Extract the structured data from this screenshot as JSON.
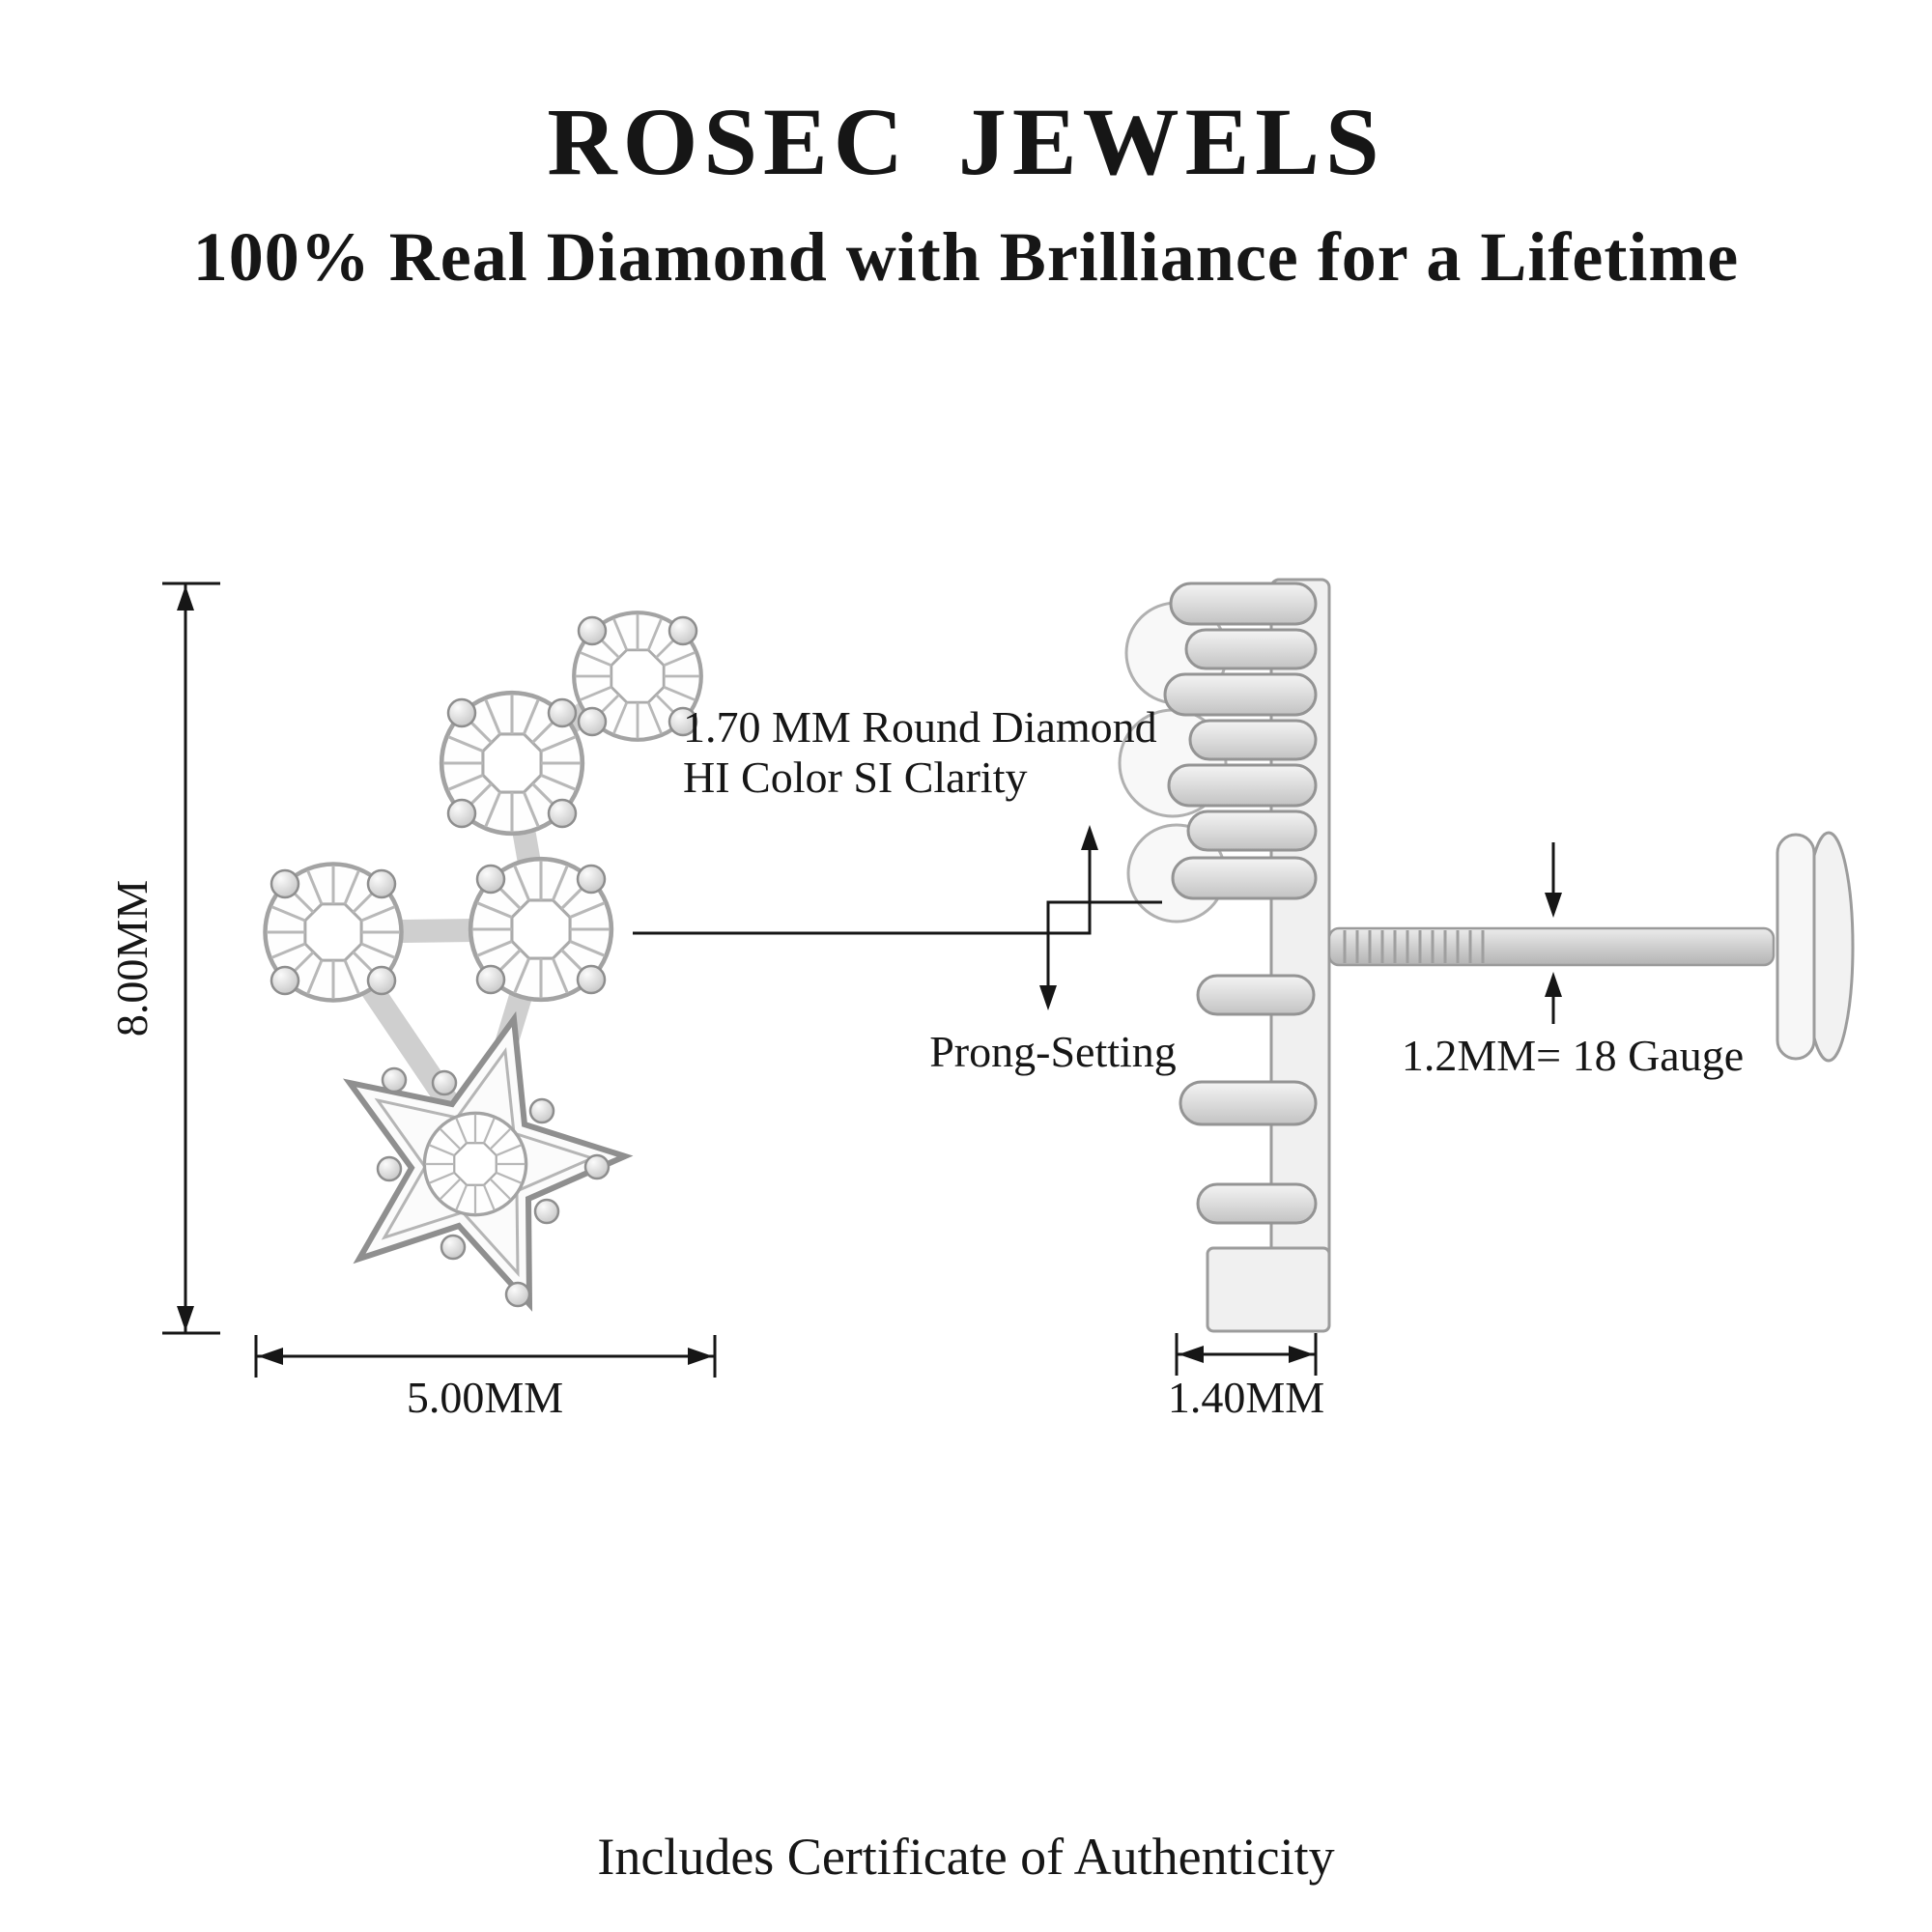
{
  "header": {
    "brand": "ROSEC JEWELS",
    "tagline": "100% Real Diamond with Brilliance for a Lifetime"
  },
  "front_view": {
    "height_label": "8.00MM",
    "width_label": "5.00MM",
    "diamond_annotation_line1": "1.70 MM Round Diamond",
    "diamond_annotation_line2": "HI Color SI Clarity"
  },
  "side_view": {
    "prong_label": "Prong-Setting",
    "gauge_label": "1.2MM= 18 Gauge",
    "depth_label": "1.40MM"
  },
  "footer": {
    "note": "Includes Certificate of Authenticity"
  },
  "colors": {
    "ink": "#161616",
    "metal_light": "#f2f2f2",
    "metal_dark": "#949494",
    "background": "#ffffff"
  }
}
